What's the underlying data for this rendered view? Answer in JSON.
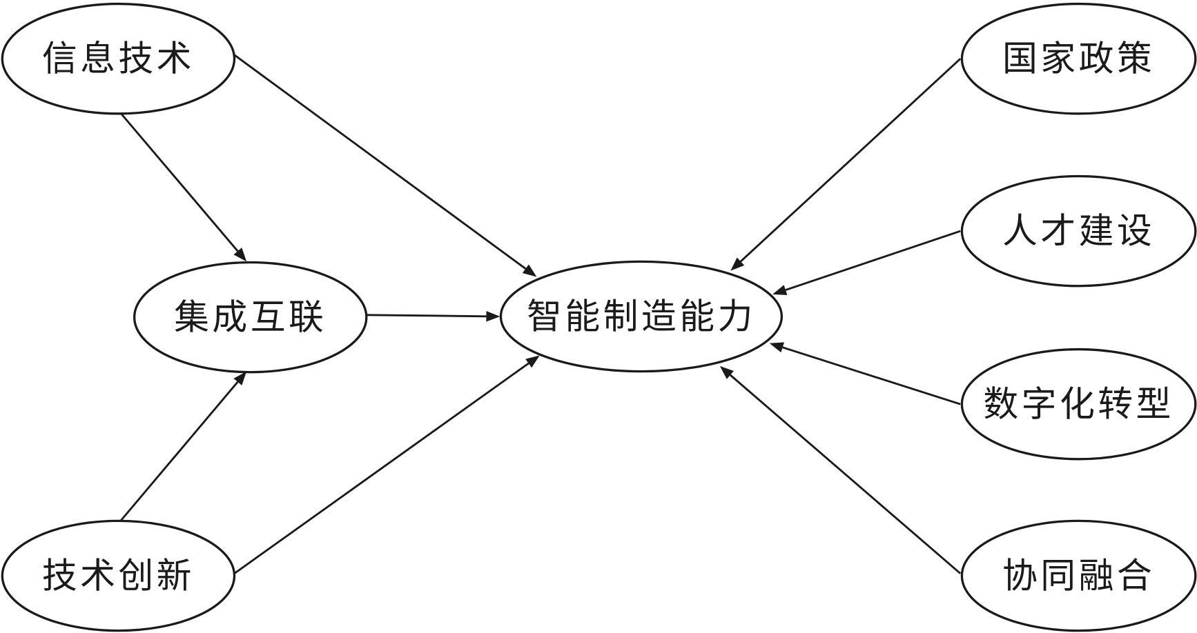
{
  "diagram": {
    "nodes": {
      "info_tech": "信息技术",
      "integration": "集成互联",
      "tech_innovation": "技术创新",
      "smart_mfg": "智能制造能力",
      "national_policy": "国家政策",
      "talent": "人才建设",
      "digital": "数字化转型",
      "collaboration": "协同融合"
    },
    "edges": [
      {
        "from": "info_tech",
        "to": "integration"
      },
      {
        "from": "info_tech",
        "to": "smart_mfg"
      },
      {
        "from": "tech_innovation",
        "to": "integration"
      },
      {
        "from": "tech_innovation",
        "to": "smart_mfg"
      },
      {
        "from": "integration",
        "to": "smart_mfg"
      },
      {
        "from": "national_policy",
        "to": "smart_mfg"
      },
      {
        "from": "talent",
        "to": "smart_mfg"
      },
      {
        "from": "digital",
        "to": "smart_mfg"
      },
      {
        "from": "collaboration",
        "to": "smart_mfg"
      }
    ]
  }
}
